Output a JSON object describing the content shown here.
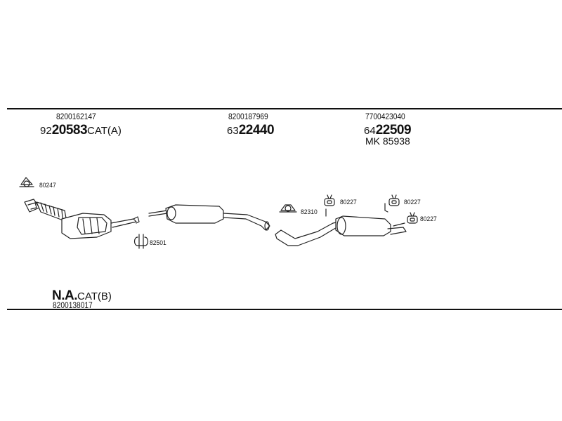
{
  "groups": [
    {
      "ref": "8200162147",
      "prefix": "92",
      "main": "20583",
      "suffix": "CAT(A)"
    },
    {
      "ref": "8200187969",
      "prefix": "63",
      "main": "22440",
      "suffix": ""
    },
    {
      "ref": "7700423040",
      "prefix": "64",
      "main": "22509",
      "suffix": "",
      "extra": "MK  85938"
    }
  ],
  "bottom": {
    "main": "N.A.",
    "suffix": "CAT(B)",
    "ref": "8200138017"
  },
  "parts": {
    "gasket": "80247",
    "clamp_front": "82501",
    "clamp_mid": "82310",
    "hanger_1": "80227",
    "hanger_2": "80227",
    "hanger_3": "80227"
  }
}
